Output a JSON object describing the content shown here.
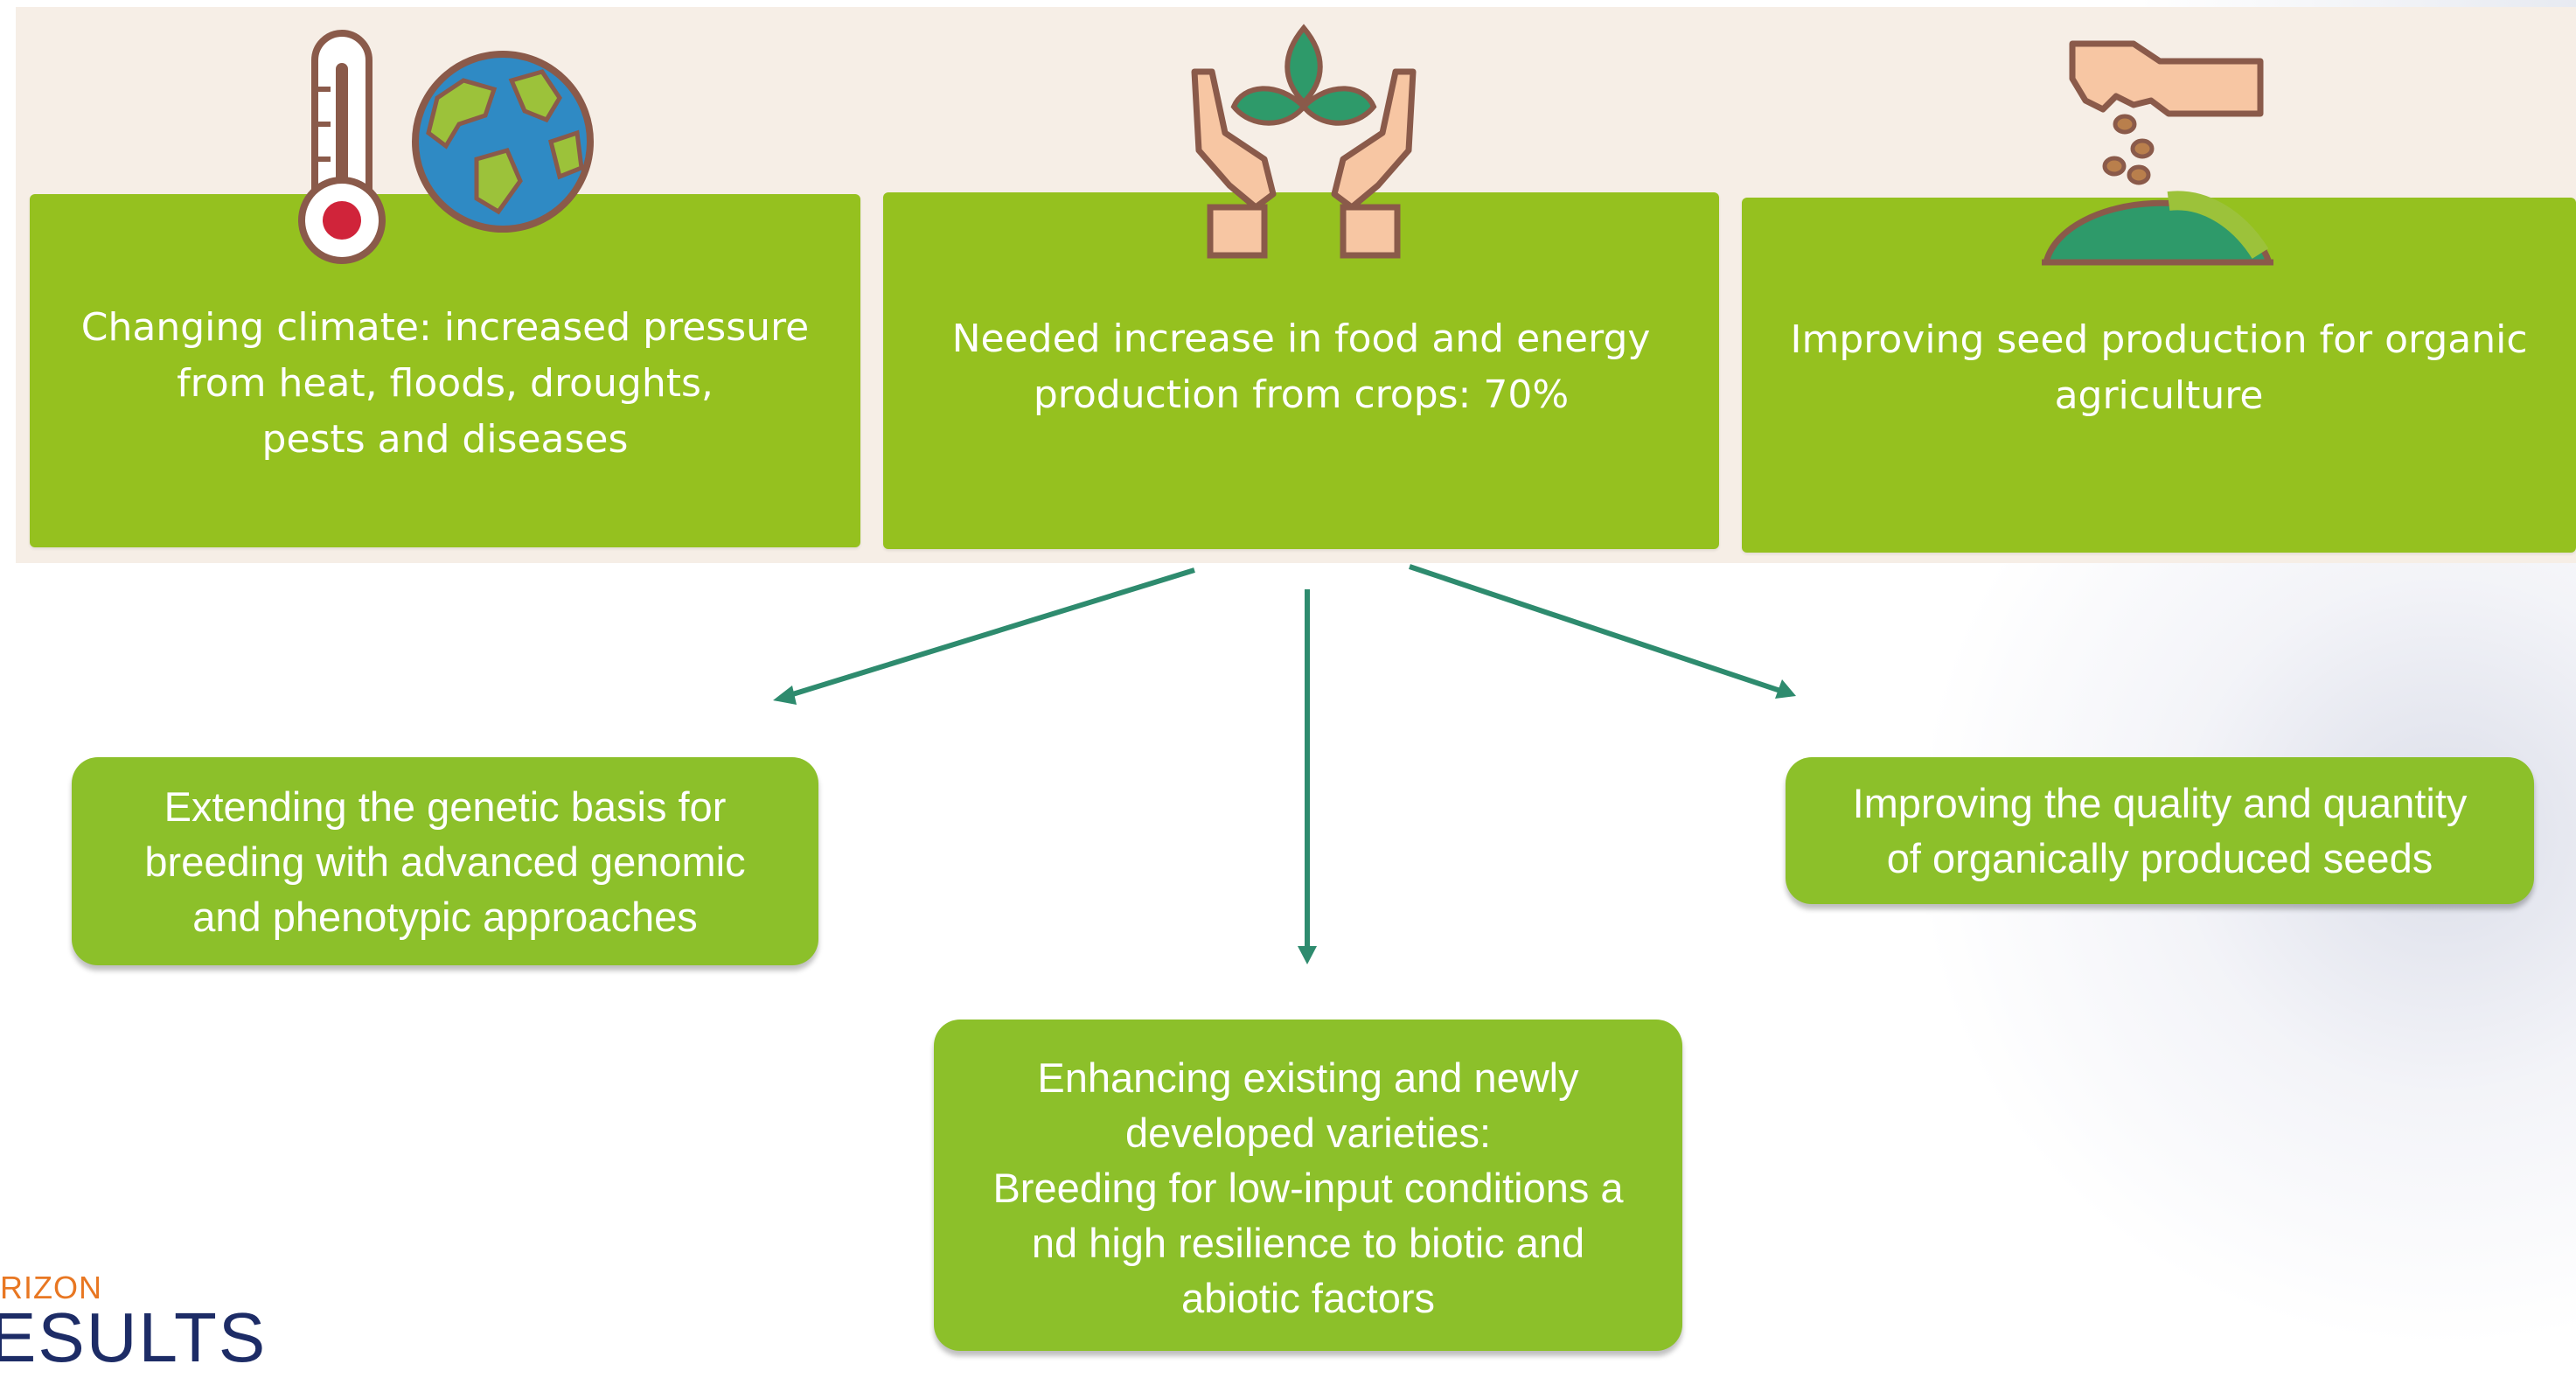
{
  "colors": {
    "band_background": "#f6eee6",
    "top_box": "#95c11f",
    "bottom_box": "#8cc02a",
    "arrow": "#2e8b6e",
    "logo_orange": "#e87722",
    "logo_navy": "#1d2c66"
  },
  "top_boxes": [
    {
      "icon": "thermometer-globe-icon",
      "lines": [
        "Changing climate: increased pressure",
        "from heat, floods, droughts,",
        "pests and diseases"
      ]
    },
    {
      "icon": "hands-holding-plant-icon",
      "lines": [
        "Needed increase in food and energy",
        "production from crops: 70%"
      ]
    },
    {
      "icon": "hand-sowing-seeds-icon",
      "lines": [
        "Improving seed production for organic",
        "agriculture"
      ]
    }
  ],
  "outcome_boxes": {
    "left": [
      "Extending the genetic basis for",
      "breeding with advanced genomic",
      "and phenotypic approaches"
    ],
    "center": [
      "Enhancing existing and newly",
      "developed varieties:",
      "Breeding for low-input conditions a",
      "nd high resilience to biotic and",
      "abiotic factors"
    ],
    "right": [
      "Improving the quality and quantity",
      "of organically produced seeds"
    ]
  },
  "logo": {
    "top": "RIZON",
    "bottom": "ESULTS"
  }
}
